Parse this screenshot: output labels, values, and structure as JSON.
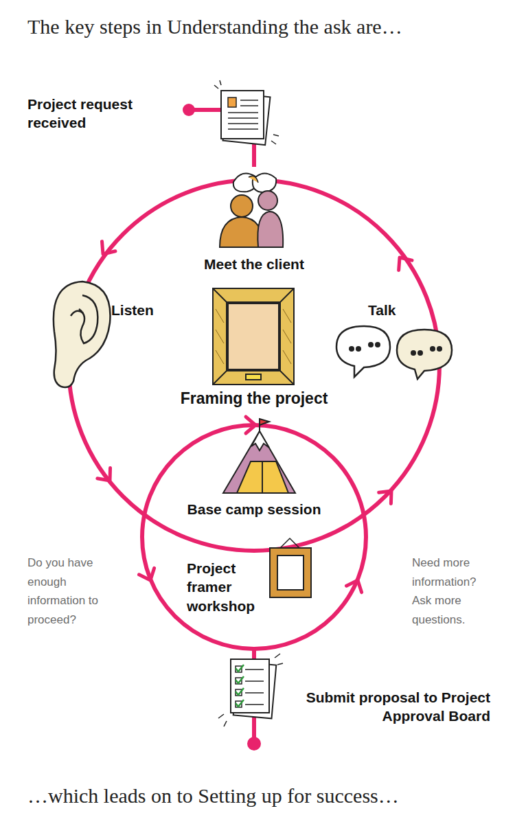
{
  "diagram": {
    "title": "The key steps in Understanding the ask are…",
    "caption": "…which leads on to Setting up for success…",
    "nodes": [
      {
        "text": [
          "Project request received"
        ]
      },
      {
        "text": [
          "Meet the client"
        ]
      },
      {
        "text": [
          "Listen"
        ]
      },
      {
        "text": [
          "Talk"
        ]
      },
      {
        "text": [
          "Framing the project"
        ]
      },
      {
        "text": [
          "Base camp session"
        ]
      },
      {
        "text": [
          "Project framer workshop"
        ]
      },
      {
        "text": [
          "Submit proposal to Project Approval Board"
        ]
      }
    ],
    "edges": [
      {
        "from": 0,
        "to": 1,
        "arrow": "none"
      }
    ],
    "labels": [
      "Do you have enough information to proceed?",
      "Need more information? Ask more questions."
    ]
  }
}
